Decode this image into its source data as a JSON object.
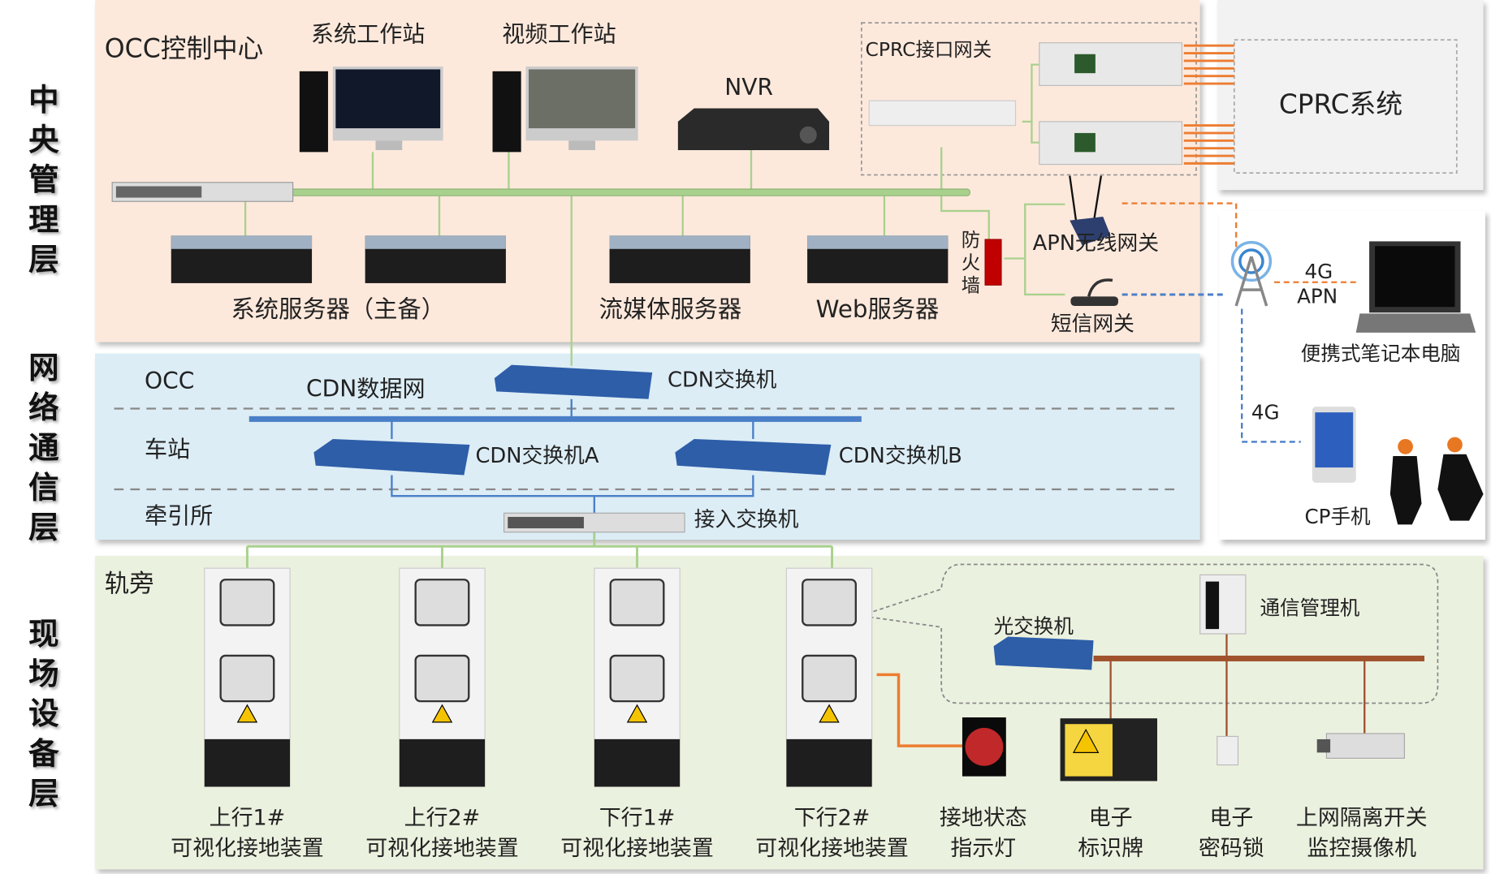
{
  "layers": {
    "central": "中央管理层",
    "network": "网络通信层",
    "field": "现场设备层"
  },
  "central": {
    "title": "OCC控制中心",
    "system_workstation": "系统工作站",
    "video_workstation": "视频工作站",
    "nvr": "NVR",
    "cprc_gateway": "CPRC接口网关",
    "apn_gateway": "APN无线网关",
    "sms_gateway": "短信网关",
    "firewall": "防火墙",
    "system_servers": "系统服务器（主备）",
    "streaming_server": "流媒体服务器",
    "web_server": "Web服务器"
  },
  "cprc": {
    "title": "CPRC系统"
  },
  "mobile": {
    "laptop_link_4g": "4G",
    "laptop_link_apn": "APN",
    "laptop": "便携式笔记本电脑",
    "phone_link_4g": "4G",
    "phone": "CP手机"
  },
  "network": {
    "occ": "OCC",
    "cdn_data_net": "CDN数据网",
    "cdn_switch": "CDN交换机",
    "station": "车站",
    "cdn_switch_a": "CDN交换机A",
    "cdn_switch_b": "CDN交换机B",
    "substation": "牵引所",
    "access_switch": "接入交换机"
  },
  "field": {
    "trackside": "轨旁",
    "optical_switch": "光交换机",
    "comm_manager": "通信管理机",
    "devices": [
      {
        "line1": "上行1#",
        "line2": "可视化接地装置"
      },
      {
        "line1": "上行2#",
        "line2": "可视化接地装置"
      },
      {
        "line1": "下行1#",
        "line2": "可视化接地装置"
      },
      {
        "line1": "下行2#",
        "line2": "可视化接地装置"
      },
      {
        "line1": "接地状态",
        "line2": "指示灯"
      },
      {
        "line1": "电子",
        "line2": "标识牌"
      },
      {
        "line1": "电子",
        "line2": "密码锁"
      },
      {
        "line1": "上网隔离开关",
        "line2": "监控摄像机"
      }
    ]
  },
  "colors": {
    "central_bg": "#fde9dc",
    "network_bg": "#dcedf6",
    "field_bg": "#ebf1df",
    "cprc_bg": "#f2f2f2",
    "green_link": "#a9d18e",
    "blue_link": "#4a7fc8",
    "orange_link": "#ed7d31",
    "field_bus": "#a0522d"
  }
}
